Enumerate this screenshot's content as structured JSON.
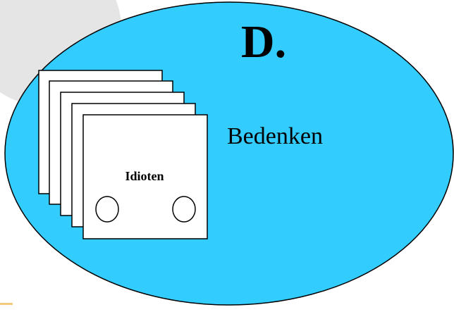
{
  "diagram": {
    "heading": "D.",
    "caption": "Bedenken",
    "card_label": "Idioten",
    "card_stack_count": 5
  },
  "colors": {
    "ellipse_fill": "#33ccff",
    "background_circle": "#e5e5e5",
    "outline": "#000000",
    "card_fill": "#ffffff",
    "corner_accent": "#f5c97a"
  }
}
